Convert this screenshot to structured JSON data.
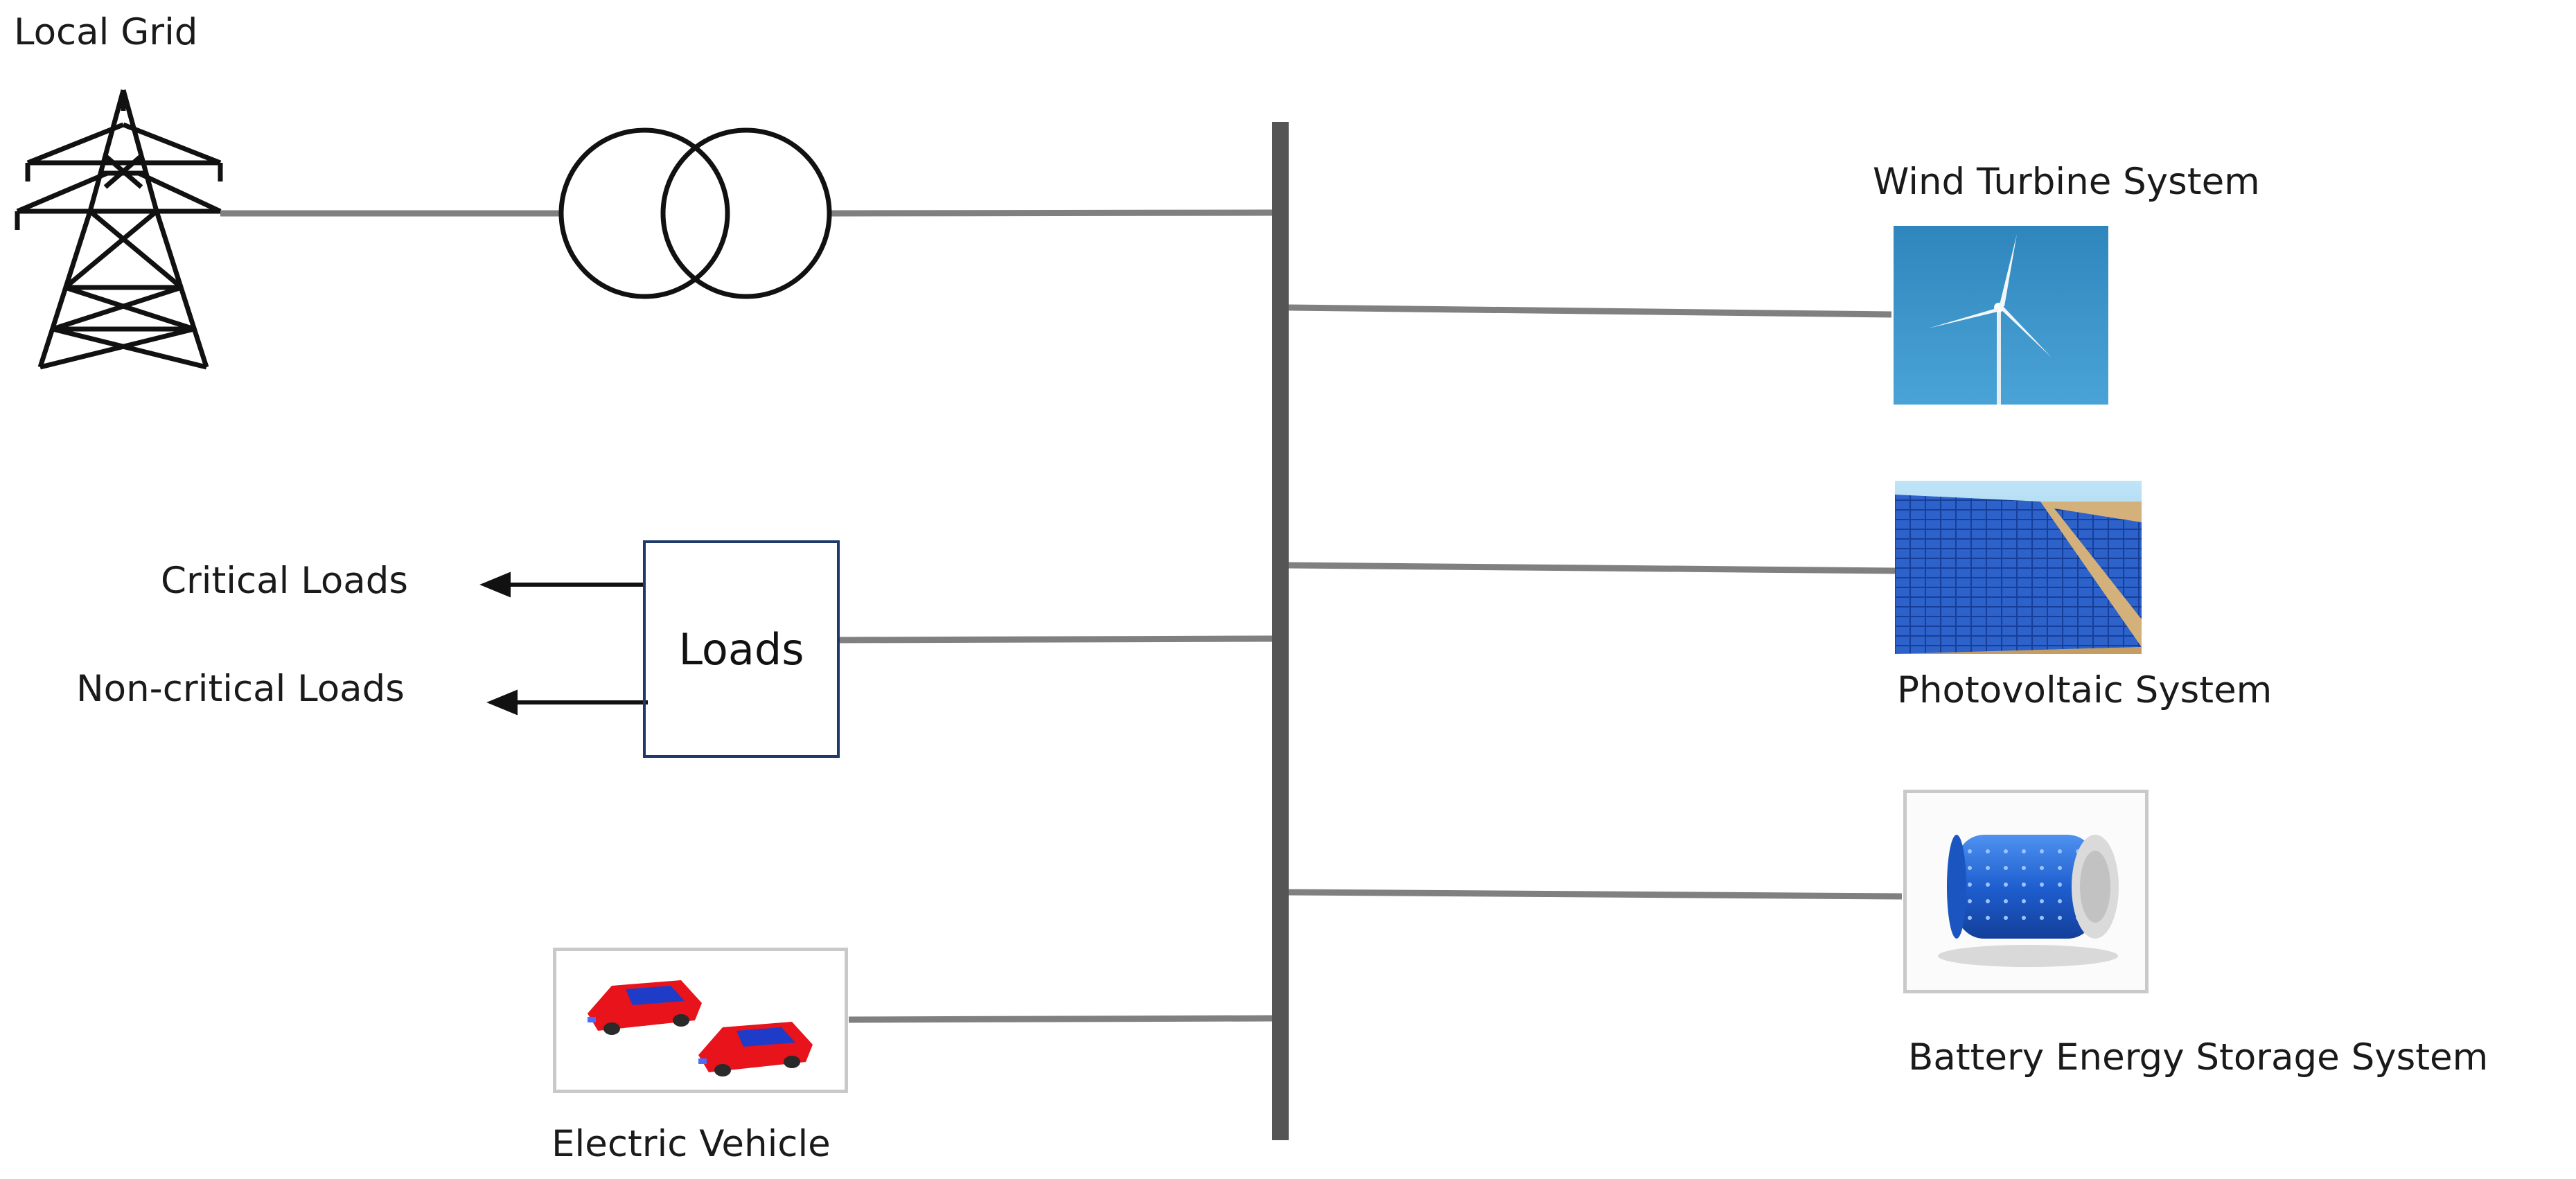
{
  "labels": {
    "local_grid": "Local Grid",
    "critical_loads": "Critical Loads",
    "non_critical_loads": "Non-critical Loads",
    "loads": "Loads",
    "electric_vehicle": "Electric Vehicle",
    "wind_turbine": "Wind Turbine System",
    "photovoltaic": "Photovoltaic System",
    "battery": "Battery Energy Storage System"
  },
  "icons": {
    "grid": "transmission-tower-icon",
    "transformer": "transformer-icon",
    "wind": "wind-turbine-icon",
    "solar": "solar-panel-icon",
    "battery": "battery-icon",
    "ev": "electric-car-icon"
  },
  "colors": {
    "bus": "#555555",
    "wire": "#808080",
    "loads_border": "#1f3a68",
    "wind_bg": "#3a95c9",
    "car_body": "#e8131b",
    "car_window": "#1f3cc8",
    "battery_blue": "#1f5fd0"
  }
}
